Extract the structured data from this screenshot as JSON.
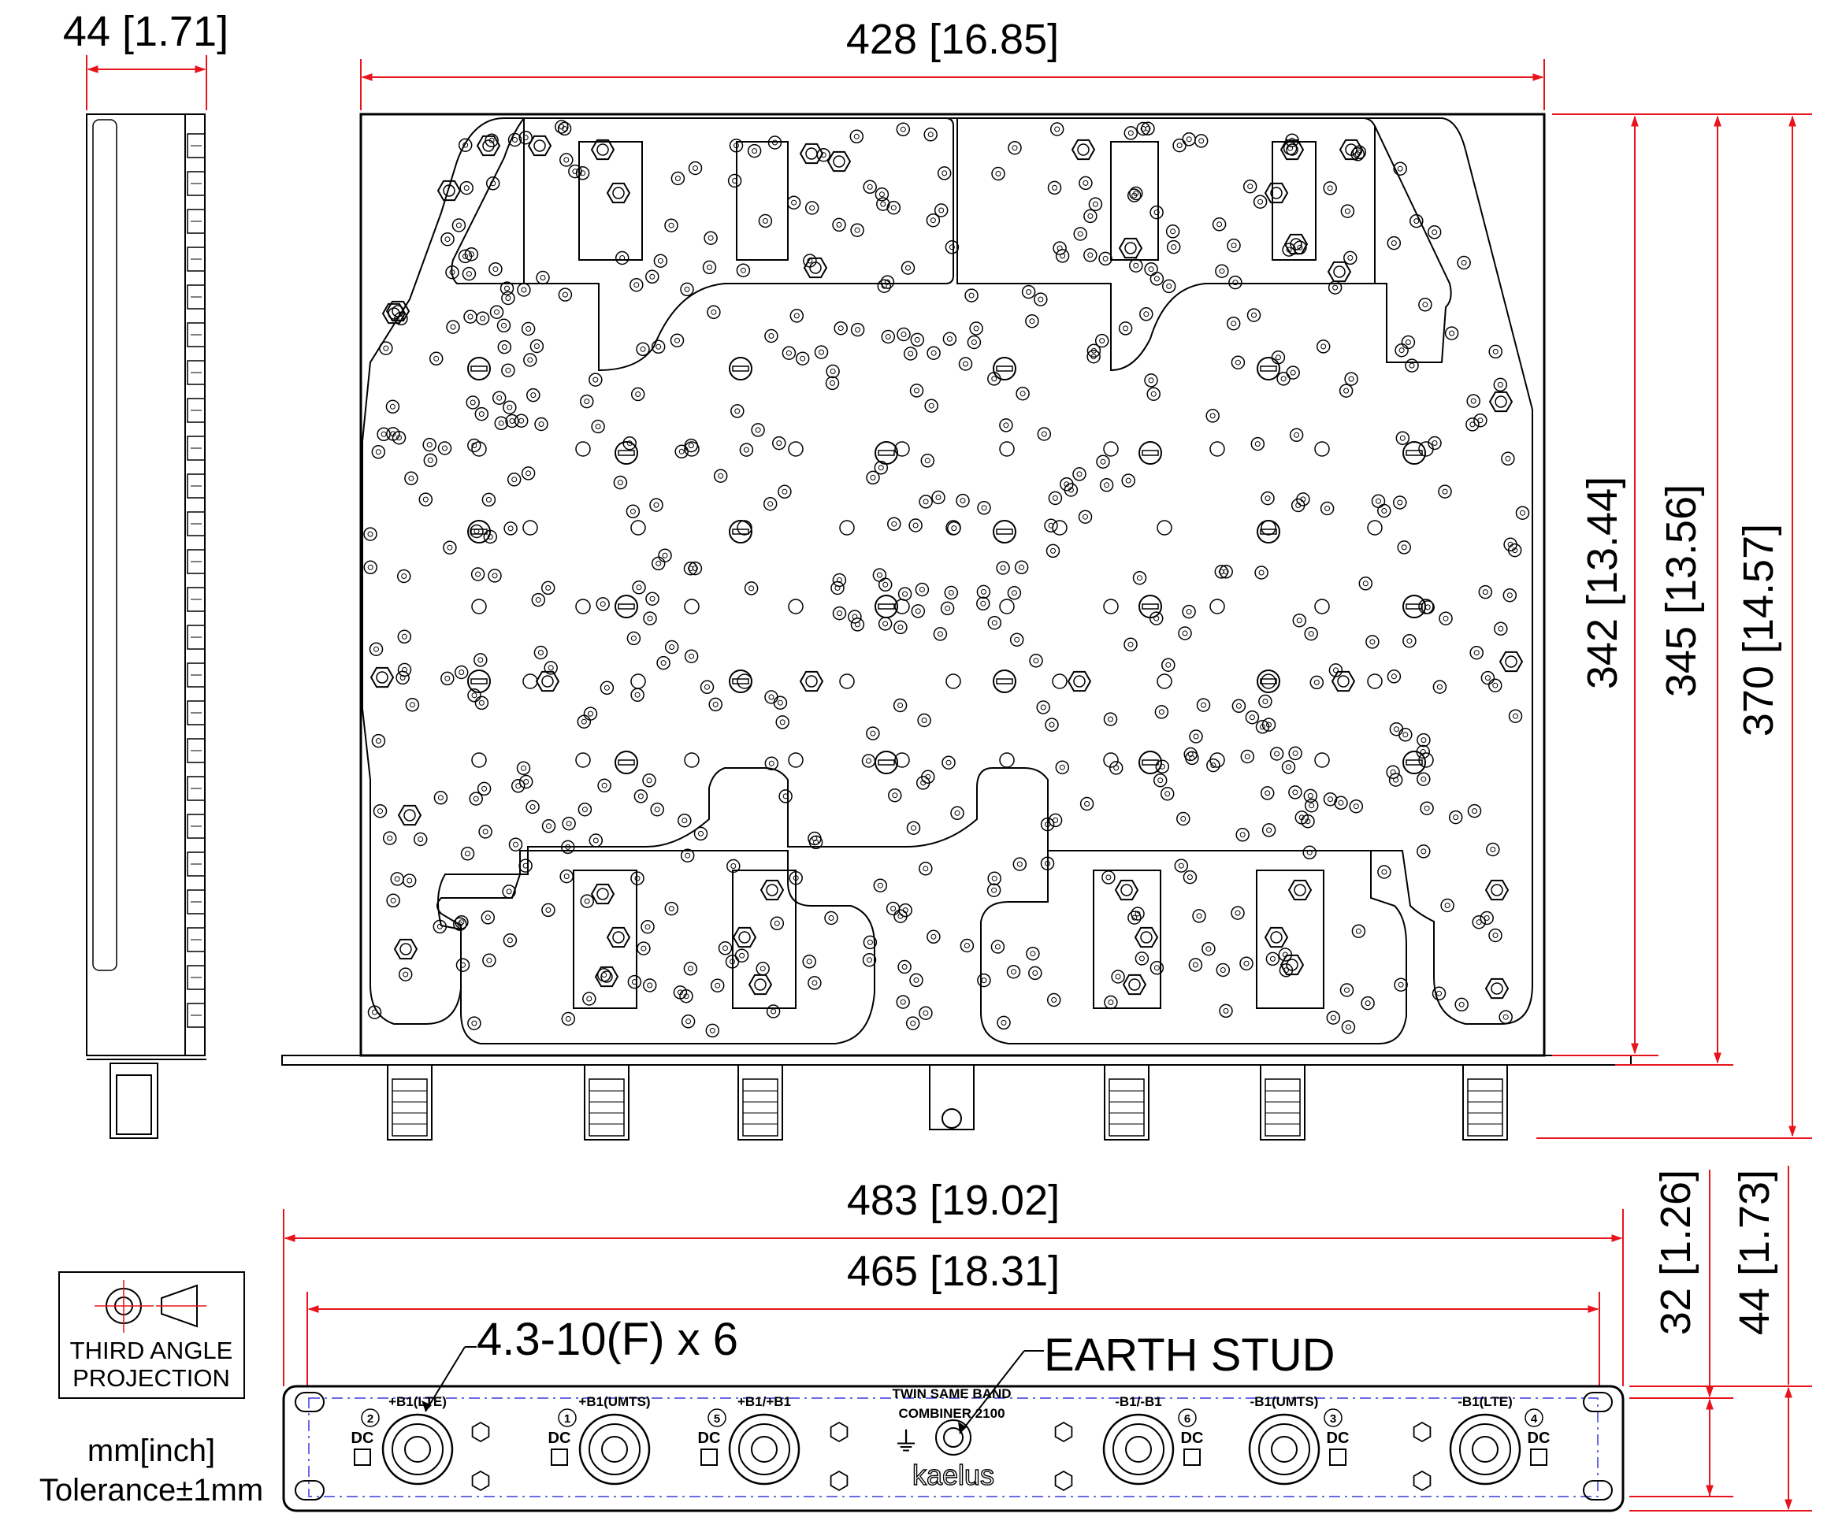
{
  "dimensions": {
    "side_depth": "44 [1.71]",
    "top_width": "428 [16.85]",
    "height_342": "342 [13.44]",
    "height_345": "345 [13.56]",
    "height_370": "370 [14.57]",
    "front_width_483": "483 [19.02]",
    "front_width_465": "465 [18.31]",
    "front_height_32": "32 [1.26]",
    "front_height_44": "44 [1.73]"
  },
  "callouts": {
    "connector": "4.3-10(F) x 6",
    "earth_stud": "EARTH STUD"
  },
  "projection": {
    "line1": "THIRD ANGLE",
    "line2": "PROJECTION"
  },
  "units_note": {
    "units": "mm[inch]",
    "tolerance": "Tolerance±1mm"
  },
  "front_panel": {
    "ports": [
      {
        "label": "+B1(LTE)",
        "number": "2",
        "dc": "DC"
      },
      {
        "label": "+B1(UMTS)",
        "number": "1",
        "dc": "DC"
      },
      {
        "label": "+B1/+B1",
        "number": "5",
        "dc": "DC"
      },
      {
        "label": "-B1/-B1",
        "number": "6",
        "dc": "DC"
      },
      {
        "label": "-B1(UMTS)",
        "number": "3",
        "dc": "DC"
      },
      {
        "label": "-B1(LTE)",
        "number": "4",
        "dc": "DC"
      }
    ],
    "center_line1": "TWIN SAME BAND",
    "center_line2": "COMBINER 2100",
    "brand": "kaelus",
    "earth_symbol": "⏚"
  },
  "colors": {
    "dimension_line": "#e8141c",
    "outline": "#000000",
    "centerline": "#3a3adb"
  }
}
